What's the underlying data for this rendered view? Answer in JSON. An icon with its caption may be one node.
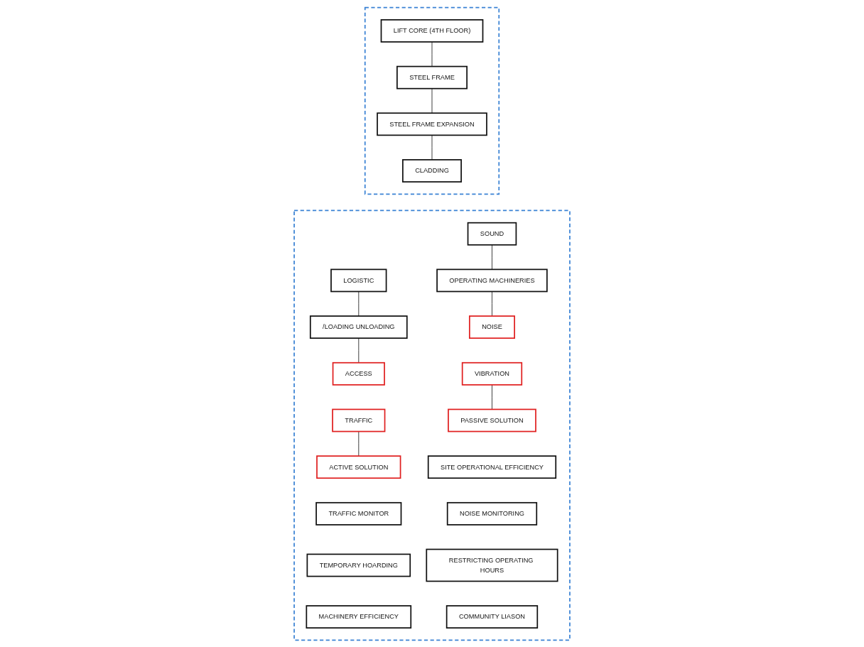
{
  "diagram": {
    "nodes": [
      {
        "text": [],
        "shape": "box"
      },
      {
        "text": [
          "LOGISTIC"
        ],
        "in": 0
      },
      {
        "text": [
          "/LOADING UNLOADING"
        ],
        "in": 0
      },
      {
        "text": [
          "ACCESS"
        ],
        "in": 0
      },
      {
        "text": [
          "TRAFFIC"
        ],
        "in": 0
      },
      {
        "text": [
          "ACTIVE SOLUTION"
        ],
        "in": 0
      },
      {
        "text": [
          "TRAFFIC MONITOR"
        ],
        "in": 0
      },
      {
        "text": [
          "TEMPORARY HOARDING"
        ],
        "in": 0
      },
      {
        "text": [
          "MACHINERY EFFICIENCY"
        ],
        "in": 0
      },
      {
        "text": [
          "SOUND"
        ],
        "in": 0
      },
      {
        "text": [
          "OPERATING MACHINERIES"
        ],
        "in": 0
      },
      {
        "text": [
          "NOISE"
        ],
        "in": 0
      },
      {
        "text": [
          "VIBRATION"
        ],
        "in": 0
      },
      {
        "text": [
          "PASSIVE SOLUTION"
        ],
        "in": 0
      },
      {
        "text": [
          "SITE OPERATIONAL EFFICIENCY"
        ],
        "in": 0
      },
      {
        "text": [
          "NOISE MONITORING"
        ],
        "in": 0
      },
      {
        "text": [
          "RESTRICTING OPERATING HOURS"
        ],
        "in": 0
      },
      {
        "text": [
          "COMMUNITY LIASON"
        ],
        "in": 0
      },
      {
        "text": [],
        "shape": "box"
      },
      {
        "text": [
          "LIFT CORE (4TH FLOOR)"
        ],
        "in": 18
      },
      {
        "text": [
          "STEEL FRAME"
        ],
        "in": 18
      },
      {
        "text": [
          "STEEL FRAME EXPANSION"
        ],
        "in": 18
      },
      {
        "text": [
          "CLADDING"
        ],
        "in": 18
      }
    ],
    "edges": [
      {
        "from": 1,
        "to": 2,
        "arrow": "none"
      },
      {
        "from": 2,
        "to": 3,
        "arrow": "none"
      },
      {
        "from": 4,
        "to": 5,
        "arrow": "none"
      },
      {
        "from": 9,
        "to": 10,
        "arrow": "none"
      },
      {
        "from": 10,
        "to": 11,
        "arrow": "none"
      },
      {
        "from": 12,
        "to": 13,
        "arrow": "none"
      },
      {
        "from": 19,
        "to": 20,
        "arrow": "none"
      },
      {
        "from": 20,
        "to": 21,
        "arrow": "none"
      },
      {
        "from": 21,
        "to": 22,
        "arrow": "none"
      }
    ]
  }
}
